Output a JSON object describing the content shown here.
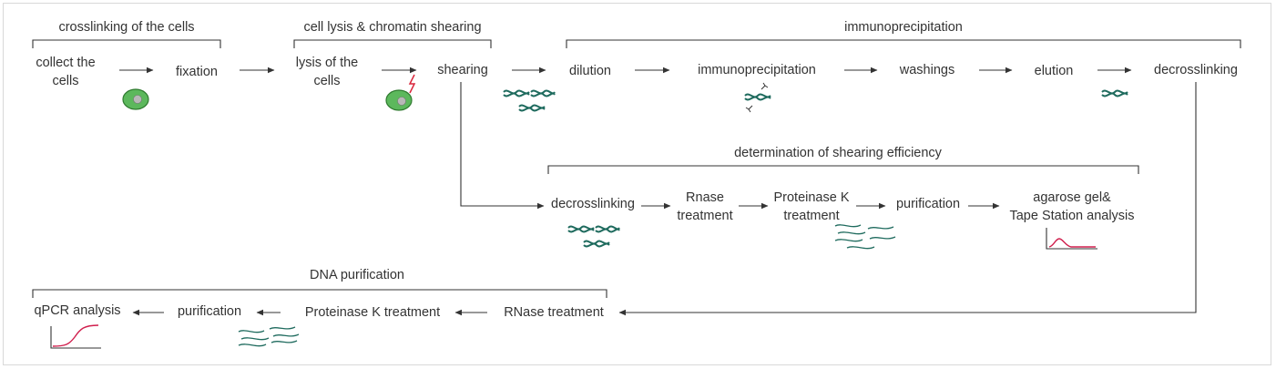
{
  "colors": {
    "text": "#333333",
    "line": "#333333",
    "dna": "#1f6b5e",
    "cell_fill": "#5cb85c",
    "cell_stroke": "#2f7a2f",
    "lightning": "#d9263b",
    "curve": "#d01f4d"
  },
  "sections": {
    "crosslinking": "crosslinking of the cells",
    "lysis": "cell lysis & chromatin shearing",
    "ip": "immunoprecipitation",
    "shearing_eff": "determination of shearing efficiency",
    "dna_purification": "DNA purification"
  },
  "steps_row1": {
    "collect": "collect the\ncells",
    "fixation": "fixation",
    "lysis": "lysis of the\ncells",
    "shearing": "shearing",
    "dilution": "dilution",
    "immunoprecipitation": "immunoprecipitation",
    "washings": "washings",
    "elution": "elution",
    "decrosslinking": "decrosslinking"
  },
  "steps_row2": {
    "decrosslinking": "decrosslinking",
    "rnase": "Rnase\ntreatment",
    "proteinase": "Proteinase K\ntreatment",
    "purification": "purification",
    "analysis": "agarose gel&\nTape Station analysis"
  },
  "steps_row3": {
    "rnase": "RNase treatment",
    "proteinase": "Proteinase K treatment",
    "purification": "purification",
    "qpcr": "qPCR analysis"
  },
  "icons": {
    "cell": "cell-icon",
    "cell_lysis": "lysed-cell-icon",
    "chromatin": "chromatin-fragments-icon",
    "antibody": "antibody-chromatin-icon",
    "dna_fragment": "dna-fragment-icon",
    "dna_strands": "dna-strands-icon",
    "size_profile": "size-profile-chart-icon",
    "qpcr_curve": "qpcr-curve-icon"
  }
}
